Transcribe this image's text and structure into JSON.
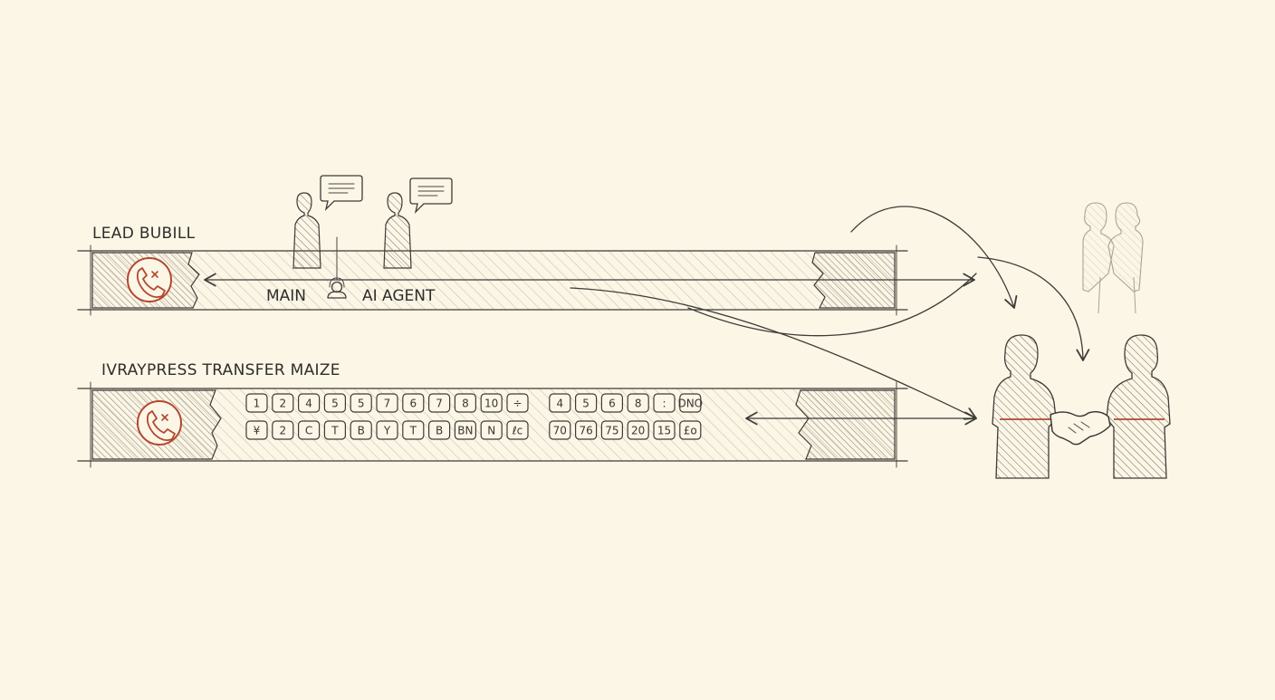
{
  "lanes": [
    {
      "title": "LEAD BUBILL",
      "left_label": "MAIN",
      "right_label": "AI AGENT"
    },
    {
      "title": "IVRAYPRESS TRANSFER MAIZE",
      "keypad_row1": [
        "1",
        "2",
        "4",
        "5",
        "5",
        "7",
        "6",
        "7",
        "8",
        "10",
        "÷",
        "4",
        "5",
        "6",
        "8",
        ":",
        "DNO"
      ],
      "keypad_row2": [
        "¥",
        "2",
        "C",
        "T",
        "B",
        "Y",
        "T",
        "B",
        "BN",
        "N",
        "ℓc",
        "70",
        "76",
        "75",
        "20",
        "15",
        "£o"
      ]
    }
  ],
  "icons": {
    "phone": "phone-icon",
    "agent": "headset-agent-icon",
    "chat": "speech-bubble-icon",
    "handshake": "handshake-icon",
    "person": "person-silhouette-icon"
  },
  "colors": {
    "background": "#fcf6e6",
    "ink": "#3e3b38",
    "accent": "#b3472f"
  }
}
